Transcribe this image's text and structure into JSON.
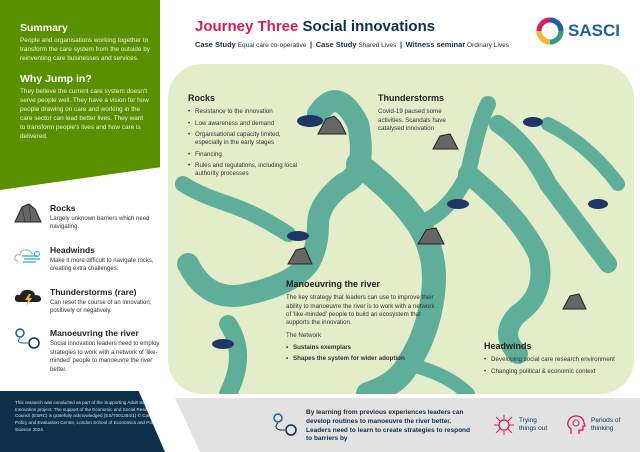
{
  "summary": {
    "heading": "Summary",
    "text": "People and organisations working together to transform the care system from the outside by reinventing care businesses and services."
  },
  "why": {
    "heading": "Why Jump in?",
    "text": "They believe the current care system doesn't serve people well. They have a vision for how people drawing on care and working in the care sector can lead better lives. They want to transform people's lives and how care is delivered."
  },
  "legend": [
    {
      "title": "Rocks",
      "text": "Largely unknown barriers which need navigating.",
      "icon": "rock-icon"
    },
    {
      "title": "Headwinds",
      "text": "Make it more difficult to navigate rocks, creating extra challenges.",
      "icon": "headwind-icon"
    },
    {
      "title": "Thunderstorms (rare)",
      "text": "Can reset the course of an innovation; positively or negatively.",
      "icon": "thunderstorm-icon"
    },
    {
      "title": "Manoeuvring the river",
      "text": "Social innovation leaders need to employ strategies to work with a network of 'like-minded' people to manoeuvre the river better.",
      "icon": "route-icon"
    }
  ],
  "footer": "This research was conducted as part of the Supporting Adult Social Care Innovation project. The support of the Economic and Social Research Council (ESRC) is gratefully acknowledged (ES/T001364/1) © Care Policy and Evaluation Centre, London School of Economics and Political Science 2024.",
  "header": {
    "title_a": "Journey Three",
    "title_b": "Social innovations",
    "links": [
      {
        "kind": "Case Study",
        "name": "Equal care co-operative"
      },
      {
        "kind": "Case Study",
        "name": "Shared Lives"
      },
      {
        "kind": "Witness seminar",
        "name": "Ordinary Lives"
      }
    ],
    "logo": "SASCI",
    "sep": "|"
  },
  "map": {
    "rocks": {
      "title": "Rocks",
      "items": [
        "Resistance to the innovation",
        "Low awareness and demand",
        "Organisational capacity limited, especially in the early stages",
        "Financing",
        "Rules and regulations, including local authority processes"
      ]
    },
    "thunder": {
      "title": "Thunderstorms",
      "text": "Covid-19 paused some activities. Scandals have catalysed innovation"
    },
    "river": {
      "title": "Manoeuvring the river",
      "text": "The key strategy that leaders can use to improve their ability to manoeuvre the river is to work with a network of 'like-minded' people to build an ecosystem that supports the innovation.",
      "network": "The Network",
      "items": [
        "Sustains exemplars",
        "Shapes the system for wider adoption"
      ]
    },
    "headwinds": {
      "title": "Headwinds",
      "items": [
        "Developing social care research environment",
        "Changing political & economic context"
      ]
    }
  },
  "bottom": {
    "text": "By learning from previous experiences leaders can develop routines to manoeuvre the river better. Leaders need to learn to create strategies to respond to barriers by",
    "tags": [
      "Trying things out",
      "Periods of thinking"
    ]
  },
  "colors": {
    "green": "#5a8f00",
    "navy": "#0d2f4a",
    "pink": "#d81b60",
    "river": "#5fae9a",
    "map": "#e3edca"
  }
}
